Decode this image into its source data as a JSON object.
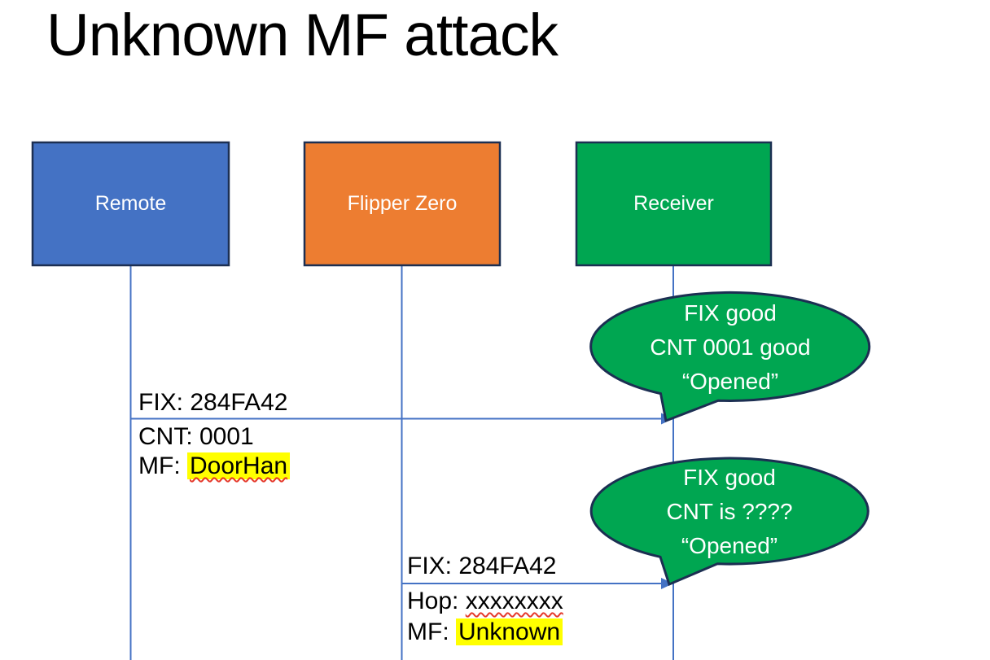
{
  "title": "Unknown MF attack",
  "actors": [
    {
      "label": "Remote"
    },
    {
      "label": "Flipper Zero"
    },
    {
      "label": "Receiver"
    }
  ],
  "messages": [
    {
      "above_line": "FIX: 284FA42",
      "below_line1": "CNT: 0001",
      "below_line2_prefix": "MF: ",
      "below_line2_value": "DoorHan"
    },
    {
      "above_line": "FIX: 284FA42",
      "below_line1_prefix": "Hop: ",
      "below_line1_value": "xxxxxxxx",
      "below_line2_prefix": "MF: ",
      "below_line2_value": "Unknown"
    }
  ],
  "bubbles": [
    {
      "line1": "FIX good",
      "line2": "CNT 0001 good",
      "line3": "“Opened”"
    },
    {
      "line1": "FIX good",
      "line2": "CNT is ????",
      "line3": "“Opened”"
    }
  ],
  "colors": {
    "actor_blue": "#4472C4",
    "actor_orange": "#ED7D31",
    "actor_green": "#00A651",
    "outline_navy": "#1C2F52",
    "line_blue": "#4472C4",
    "highlight_yellow": "#FFFF00",
    "squiggle_red": "#E5392B",
    "title_black": "#000000"
  }
}
